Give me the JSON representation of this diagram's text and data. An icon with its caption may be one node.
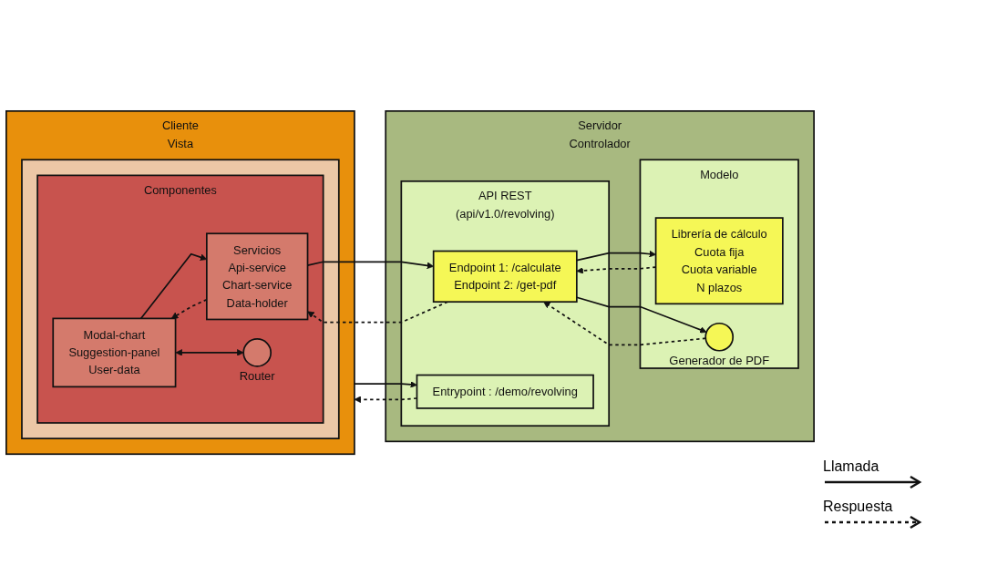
{
  "diagram": {
    "nodes": [
      {
        "text": [
          "Cliente",
          "Vista"
        ]
      },
      {
        "text": [],
        "shape": "box",
        "in": 0
      },
      {
        "text": [
          "Componentes"
        ],
        "in": 1
      },
      {
        "text": [
          "Modal-chart",
          "Suggestion-panel",
          "User-data"
        ],
        "in": 2
      },
      {
        "text": [
          "Servicios",
          "Api-service",
          "Chart-service",
          "Data-holder"
        ],
        "in": 2
      },
      {
        "text": [],
        "shape": "circle",
        "beside": [
          "Router"
        ],
        "in": 2
      },
      {
        "text": [
          "Servidor",
          "Controlador"
        ]
      },
      {
        "text": [
          "API REST",
          "(api/v1.0/revolving)"
        ],
        "in": 6
      },
      {
        "text": [
          "Entrypoint : /demo/revolving"
        ],
        "in": 7
      },
      {
        "text": [
          "Endpoint 1: /calculate",
          "Endpoint 2: /get-pdf"
        ],
        "in": 7
      },
      {
        "text": [
          "Modelo"
        ],
        "in": 6
      },
      {
        "text": [
          "Librería de cálculo",
          "Cuota fija",
          "Cuota variable",
          "N plazos"
        ],
        "in": 10
      },
      {
        "text": [],
        "shape": "circle",
        "beside": [
          "Generador de PDF"
        ],
        "in": 10
      }
    ],
    "edges": [
      {
        "from": 0,
        "to": 8,
        "arrow": "to"
      },
      {
        "from": 8,
        "to": 0,
        "arrow": "to",
        "style": "dashed"
      },
      {
        "from": 3,
        "to": 4,
        "arrow": "to"
      },
      {
        "from": 4,
        "to": 3,
        "arrow": "to",
        "style": "dashed"
      },
      {
        "from": 3,
        "to": 5,
        "arrow": "both"
      },
      {
        "from": 4,
        "to": 9,
        "arrow": "to"
      },
      {
        "from": 9,
        "to": 4,
        "arrow": "to",
        "style": "dashed"
      },
      {
        "from": 9,
        "to": 11,
        "arrow": "to"
      },
      {
        "from": 11,
        "to": 9,
        "arrow": "to",
        "style": "dashed"
      },
      {
        "from": 9,
        "to": 12,
        "arrow": "to"
      },
      {
        "from": 12,
        "to": 9,
        "arrow": "to",
        "style": "dashed"
      }
    ],
    "legend": [
      {
        "text": "Llamada"
      },
      {
        "text": "Respuesta"
      }
    ]
  }
}
